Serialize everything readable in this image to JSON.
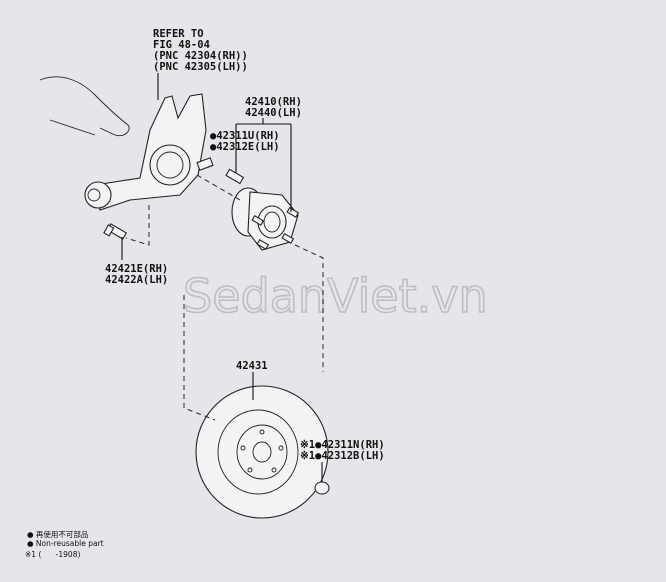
{
  "callouts": {
    "knuckle_ref": [
      "REFER TO",
      "FIG 48-04",
      "(PNC 42304(RH))",
      "(PNC 42305(LH))"
    ],
    "hub_assembly": [
      "42410(RH)",
      "42440(LH)"
    ],
    "hub_bolt": [
      "●42311U(RH)",
      "●42312E(LH)"
    ],
    "knuckle_bolt": [
      "42421E(RH)",
      "42422A(LH)"
    ],
    "disc": "42431",
    "disc_screw": [
      "※1●42311N(RH)",
      "※1●42312B(LH)"
    ]
  },
  "watermark": "SedanViet.vn",
  "legend": {
    "non_reusable_jp": "● 再使用不可部品",
    "non_reusable_en": "● Non-reusable part",
    "note1": "※1 (      -1908)"
  },
  "colors": {
    "background": "#e6e6ea",
    "line": "#222222",
    "watermark": "#bdbdc2"
  }
}
